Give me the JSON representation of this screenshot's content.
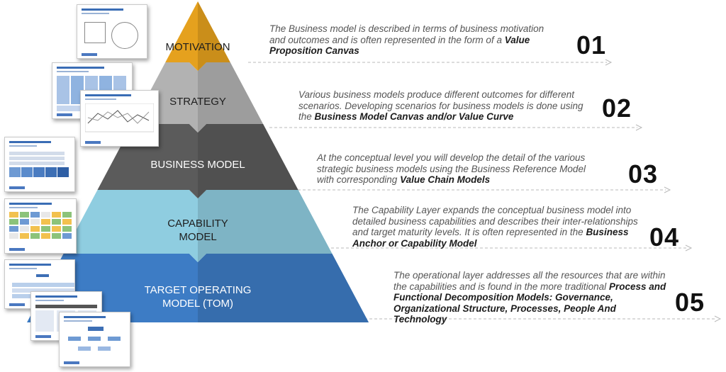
{
  "layers": [
    {
      "id": "motivation",
      "label": "MOTIVATION",
      "number": "01",
      "color": "#e5a11e",
      "description_parts": [
        {
          "text": "The Business model is described in terms of business motivation and outcomes and is often represented in the form of a ",
          "bold": false
        },
        {
          "text": "Value Proposition Canvas",
          "bold": true
        }
      ]
    },
    {
      "id": "strategy",
      "label": "STRATEGY",
      "number": "02",
      "color": "#b2b2b2",
      "description_parts": [
        {
          "text": "Various business models produce different outcomes for different scenarios. Developing scenarios for business models is done using the ",
          "bold": false
        },
        {
          "text": "Business Model Canvas and/or Value Curve",
          "bold": true
        }
      ]
    },
    {
      "id": "business-model",
      "label": "BUSINESS MODEL",
      "number": "03",
      "color": "#5b5b5b",
      "description_parts": [
        {
          "text": "At the conceptual level you will develop the detail of the various strategic business models using the Business Reference Model with corresponding ",
          "bold": false
        },
        {
          "text": "Value Chain Models",
          "bold": true
        }
      ]
    },
    {
      "id": "capability-model",
      "label": "CAPABILITY\nMODEL",
      "number": "04",
      "color": "#8fcde0",
      "description_parts": [
        {
          "text": "The Capability Layer expands the conceptual business model into detailed business capabilities and describes their inter-relationships and target maturity levels. It is often represented in the ",
          "bold": false
        },
        {
          "text": "Business Anchor or Capability Model",
          "bold": true
        }
      ]
    },
    {
      "id": "target-operating-model",
      "label": "TARGET OPERATING\nMODEL (TOM)",
      "number": "05",
      "color": "#3d7cc5",
      "description_parts": [
        {
          "text": "The operational layer addresses all the resources that are within the capabilities and is found in the more traditional ",
          "bold": false
        },
        {
          "text": "Process and Functional Decomposition Models: Governance, Organizational Structure, Processes, People And Technology",
          "bold": true
        }
      ]
    }
  ]
}
